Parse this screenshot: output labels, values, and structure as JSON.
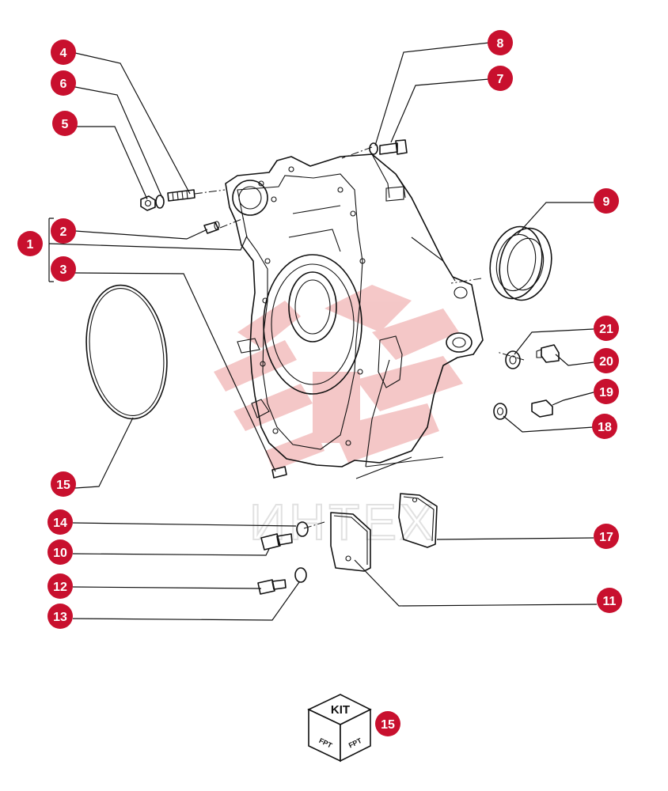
{
  "colors": {
    "callout": "#c8102e",
    "watermark_red": "#e8a7a7",
    "watermark_grey": "#c9c9c9",
    "line": "#111111"
  },
  "watermark": {
    "text": "ИНТЕХ"
  },
  "kit": {
    "label": "KIT",
    "side_mark_left": "FPT",
    "side_mark_right": "FPT",
    "callout": "15"
  },
  "callouts": [
    {
      "id": "c1",
      "label": "1"
    },
    {
      "id": "c2",
      "label": "2"
    },
    {
      "id": "c3",
      "label": "3"
    },
    {
      "id": "c4",
      "label": "4"
    },
    {
      "id": "c5",
      "label": "5"
    },
    {
      "id": "c6",
      "label": "6"
    },
    {
      "id": "c7",
      "label": "7"
    },
    {
      "id": "c8",
      "label": "8"
    },
    {
      "id": "c9",
      "label": "9"
    },
    {
      "id": "c10",
      "label": "10"
    },
    {
      "id": "c11",
      "label": "11"
    },
    {
      "id": "c12",
      "label": "12"
    },
    {
      "id": "c13",
      "label": "13"
    },
    {
      "id": "c14",
      "label": "14"
    },
    {
      "id": "c15",
      "label": "15"
    },
    {
      "id": "c17",
      "label": "17"
    },
    {
      "id": "c18",
      "label": "18"
    },
    {
      "id": "c19",
      "label": "19"
    },
    {
      "id": "c20",
      "label": "20"
    },
    {
      "id": "c21",
      "label": "21"
    }
  ]
}
